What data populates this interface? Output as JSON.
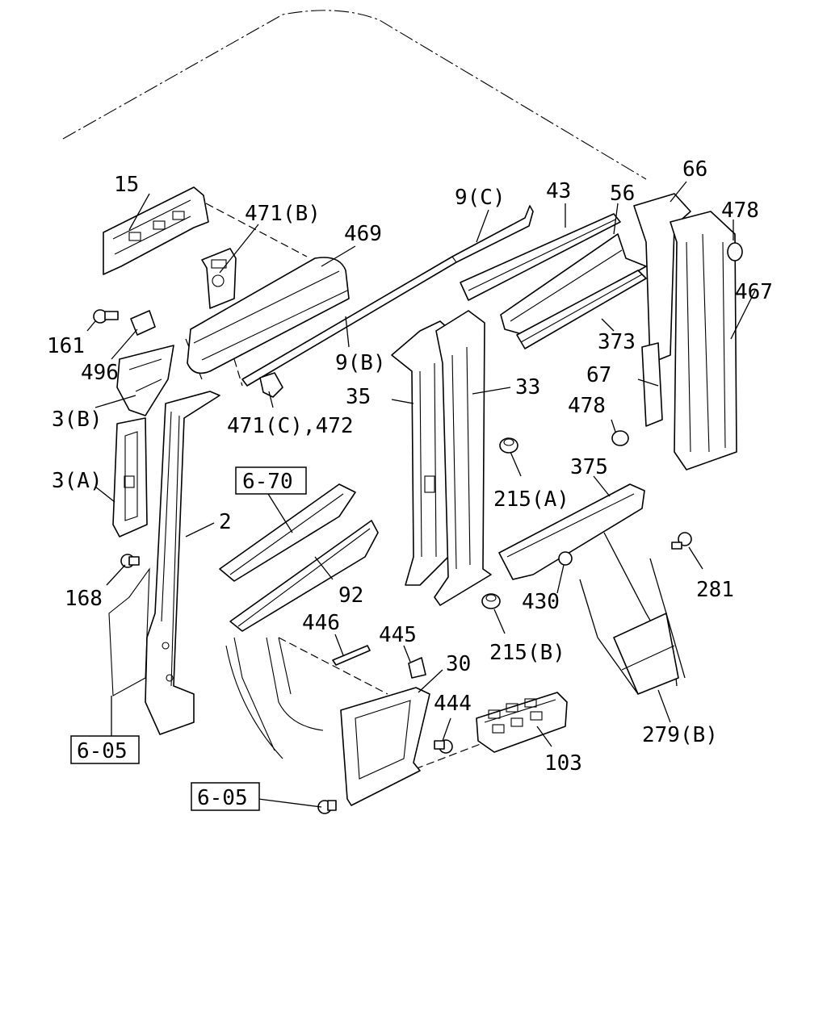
{
  "callouts": {
    "c15": "15",
    "c471b": "471(B)",
    "c469": "469",
    "c9c": "9(C)",
    "c43": "43",
    "c56": "56",
    "c66": "66",
    "c478a": "478",
    "c467": "467",
    "c161": "161",
    "c496": "496",
    "c9b": "9(B)",
    "c373": "373",
    "c3b": "3(B)",
    "c35": "35",
    "c33": "33",
    "c67": "67",
    "c471c": "471(C),472",
    "c478b": "478",
    "c3a": "3(A)",
    "c215a": "215(A)",
    "c375": "375",
    "c2": "2",
    "c92": "92",
    "c168": "168",
    "c430": "430",
    "c281": "281",
    "c446": "446",
    "c445": "445",
    "c215b": "215(B)",
    "c30": "30",
    "c444": "444",
    "c103": "103",
    "c279b": "279(B)"
  },
  "references": {
    "r670": "6-70",
    "r605a": "6-05",
    "r605b": "6-05"
  }
}
